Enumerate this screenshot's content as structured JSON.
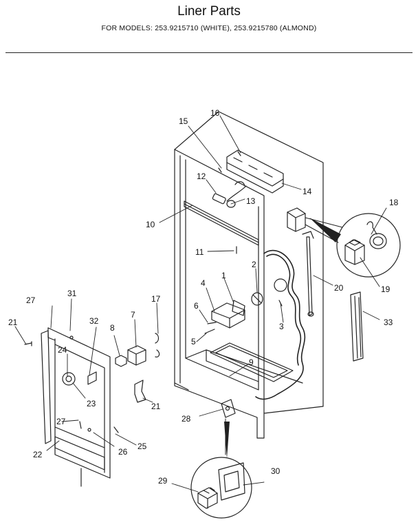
{
  "header": {
    "title": "Liner Parts",
    "subtitle": "FOR MODELS:  253.9215710 (WHITE), 253.9215780 (ALMOND)"
  },
  "callouts": [
    {
      "key": "c1",
      "label": "1"
    },
    {
      "key": "c2",
      "label": "2"
    },
    {
      "key": "c3",
      "label": "3"
    },
    {
      "key": "c4",
      "label": "4"
    },
    {
      "key": "c5",
      "label": "5"
    },
    {
      "key": "c6",
      "label": "6"
    },
    {
      "key": "c7",
      "label": "7"
    },
    {
      "key": "c8",
      "label": "8"
    },
    {
      "key": "c9",
      "label": "9"
    },
    {
      "key": "c10",
      "label": "10"
    },
    {
      "key": "c11",
      "label": "11"
    },
    {
      "key": "c12",
      "label": "12"
    },
    {
      "key": "c13",
      "label": "13"
    },
    {
      "key": "c14",
      "label": "14"
    },
    {
      "key": "c15",
      "label": "15"
    },
    {
      "key": "c16",
      "label": "16"
    },
    {
      "key": "c17",
      "label": "17"
    },
    {
      "key": "c18",
      "label": "18"
    },
    {
      "key": "c19",
      "label": "19"
    },
    {
      "key": "c20",
      "label": "20"
    },
    {
      "key": "c21a",
      "label": "21"
    },
    {
      "key": "c21b",
      "label": "21"
    },
    {
      "key": "c22",
      "label": "22"
    },
    {
      "key": "c23",
      "label": "23"
    },
    {
      "key": "c24",
      "label": "24"
    },
    {
      "key": "c25",
      "label": "25"
    },
    {
      "key": "c26",
      "label": "26"
    },
    {
      "key": "c27a",
      "label": "27"
    },
    {
      "key": "c27b",
      "label": "27"
    },
    {
      "key": "c28",
      "label": "28"
    },
    {
      "key": "c29",
      "label": "29"
    },
    {
      "key": "c30",
      "label": "30"
    },
    {
      "key": "c31",
      "label": "31"
    },
    {
      "key": "c32",
      "label": "32"
    },
    {
      "key": "c33",
      "label": "33"
    }
  ]
}
